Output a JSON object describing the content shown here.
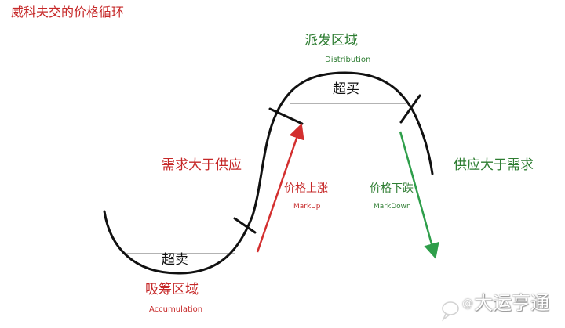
{
  "title": "威科夫交的价格循环",
  "distribution": {
    "zh": "派发区域",
    "en": "Distribution"
  },
  "accumulation": {
    "zh": "吸筹区域",
    "en": "Accumulation"
  },
  "overbought": "超买",
  "oversold": "超卖",
  "demand_exceeds_supply": "需求大于供应",
  "supply_exceeds_demand": "供应大于需求",
  "markup": {
    "zh": "价格上涨",
    "en": "MarkUp"
  },
  "markdown": {
    "zh": "价格下跌",
    "en": "MarkDown"
  },
  "watermark": {
    "at": "@",
    "text": "大运亨通"
  },
  "colors": {
    "red": "#c62828",
    "green": "#2e7d32",
    "curve": "#111111",
    "band": "#999999"
  },
  "icons": {
    "watermark": "chat-bubble-icon"
  }
}
